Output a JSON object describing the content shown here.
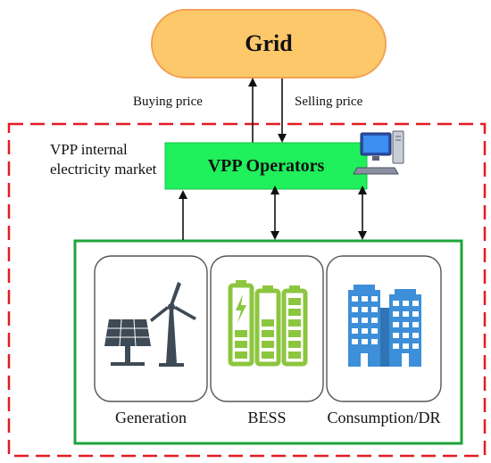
{
  "grid": {
    "label": "Grid"
  },
  "prices": {
    "buying": "Buying price",
    "selling": "Selling price"
  },
  "market": {
    "line1": "VPP internal",
    "line2": "electricity market"
  },
  "operators": {
    "label": "VPP Operators"
  },
  "resources": [
    {
      "label": "Generation",
      "icon": "solar-wind-icon"
    },
    {
      "label": "BESS",
      "icon": "battery-icon"
    },
    {
      "label": "Consumption/DR",
      "icon": "building-icon"
    }
  ],
  "colors": {
    "grid_fill": "#FDC86A",
    "grid_stroke": "#F2A155",
    "operators_fill": "#1FF05B",
    "vpp_border": "#E31B23",
    "resources_border": "#1FA33A",
    "icon_gray": "#3E4A55",
    "icon_green": "#8CC63F",
    "icon_blue": "#3C8FD8"
  }
}
